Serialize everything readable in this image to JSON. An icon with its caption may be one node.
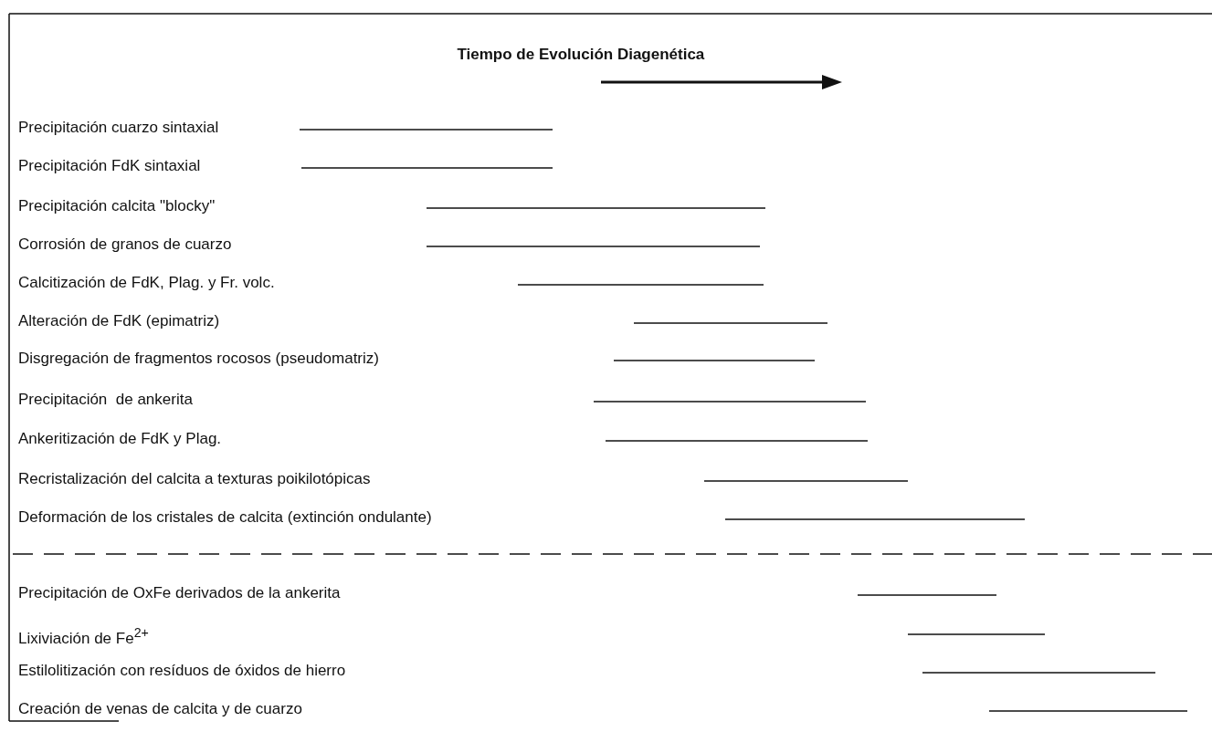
{
  "diagram": {
    "title": "Tiempo de Evolución Diagenética",
    "labels": [
      "Precipitación cuarzo sintaxial",
      "Precipitación FdK sintaxial",
      "Precipitación calcita \"blocky\"",
      "Corrosión de granos de cuarzo",
      "Calcitización de FdK, Plag. y Fr. volc.",
      "Alteración de FdK (epimatriz)",
      "Disgregación de fragmentos rocosos (pseudomatriz)",
      "Precipitación  de ankerita",
      "Ankeritización de FdK y Plag.",
      "Recristalización del calcita a texturas poikilotópicas",
      "Deformación de los cristales de calcita (extinción ondulante)",
      "Precipitación de OxFe derivados de la ankerita",
      "Lixiviación de Fe$^{2+}$",
      "Estilolitización con resíduos de óxidos de hierro",
      "Creación de venas de calcita y de cuarzo"
    ]
  }
}
